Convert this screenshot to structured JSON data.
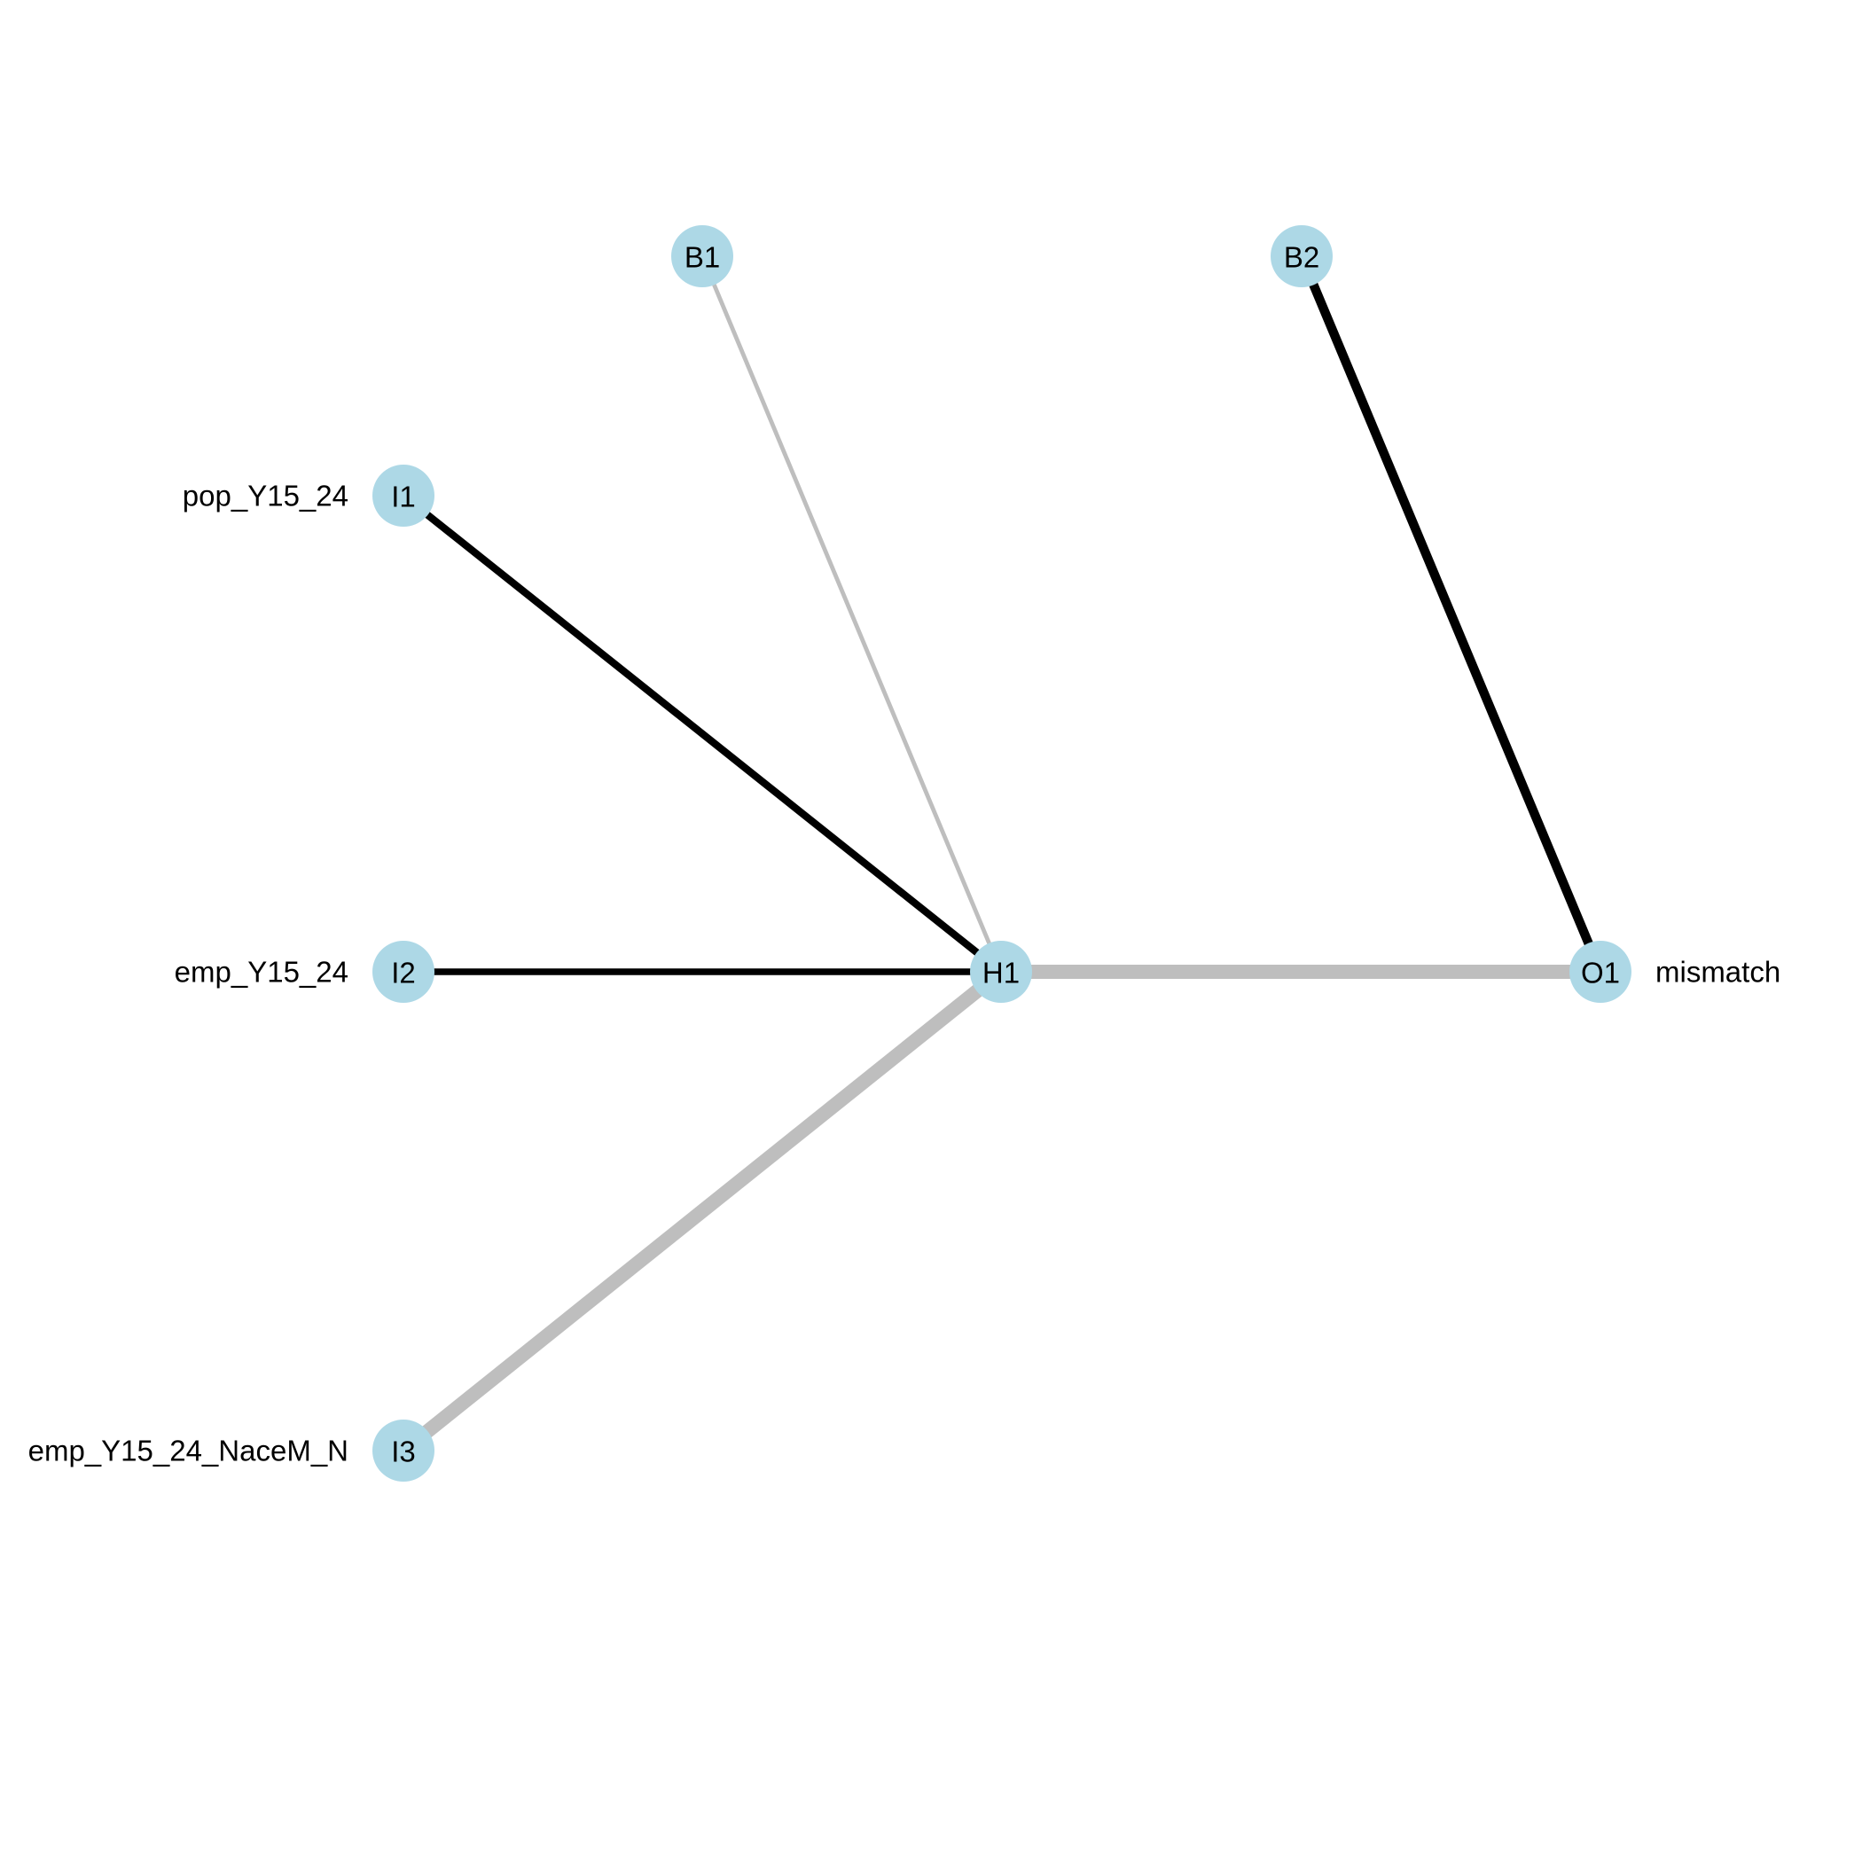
{
  "colors": {
    "node_fill": "#add8e6",
    "positive_weight": "#000000",
    "negative_weight": "#bebebe"
  },
  "nodes": [
    {
      "id": "I1",
      "label": "I1",
      "layer": "input",
      "variable": "pop_Y15_24"
    },
    {
      "id": "I2",
      "label": "I2",
      "layer": "input",
      "variable": "emp_Y15_24"
    },
    {
      "id": "I3",
      "label": "I3",
      "layer": "input",
      "variable": "emp_Y15_24_NaceM_N"
    },
    {
      "id": "H1",
      "label": "H1",
      "layer": "hidden"
    },
    {
      "id": "O1",
      "label": "O1",
      "layer": "output",
      "variable": "mismatch"
    },
    {
      "id": "B1",
      "label": "B1",
      "layer": "bias_hidden"
    },
    {
      "id": "B2",
      "label": "B2",
      "layer": "bias_output"
    }
  ],
  "edges": [
    {
      "from": "I1",
      "to": "H1",
      "sign": "positive",
      "strength": 0.45
    },
    {
      "from": "I2",
      "to": "H1",
      "sign": "positive",
      "strength": 0.4
    },
    {
      "from": "I3",
      "to": "H1",
      "sign": "negative",
      "strength": 1.0
    },
    {
      "from": "B1",
      "to": "H1",
      "sign": "negative",
      "strength": 0.2
    },
    {
      "from": "H1",
      "to": "O1",
      "sign": "negative",
      "strength": 1.0
    },
    {
      "from": "B2",
      "to": "O1",
      "sign": "positive",
      "strength": 0.6
    }
  ]
}
